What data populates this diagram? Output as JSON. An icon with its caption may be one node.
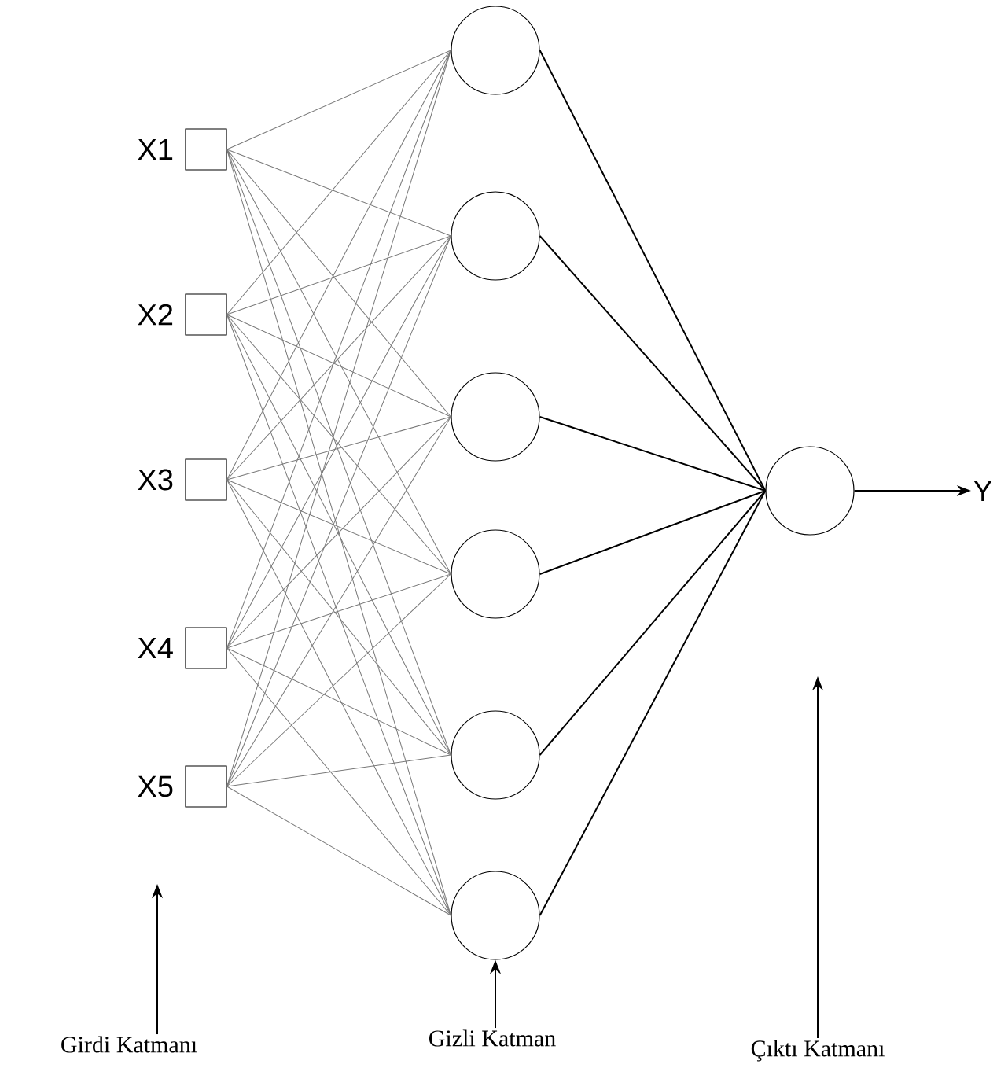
{
  "diagram": {
    "nodes": [
      {
        "text": [],
        "shape": "box",
        "beside": [
          "X1"
        ]
      },
      {
        "text": [],
        "shape": "box",
        "beside": [
          "X2"
        ]
      },
      {
        "text": [],
        "shape": "box",
        "beside": [
          "X3"
        ]
      },
      {
        "text": [],
        "shape": "box",
        "beside": [
          "X4"
        ]
      },
      {
        "text": [],
        "shape": "box",
        "beside": [
          "X5"
        ]
      },
      {
        "text": [],
        "shape": "circle"
      },
      {
        "text": [],
        "shape": "circle"
      },
      {
        "text": [],
        "shape": "circle"
      },
      {
        "text": [],
        "shape": "circle"
      },
      {
        "text": [],
        "shape": "circle"
      },
      {
        "text": [],
        "shape": "circle"
      },
      {
        "text": [],
        "shape": "circle"
      },
      {
        "text": [
          "Y"
        ]
      },
      {
        "text": [
          "Girdi Katmanı"
        ]
      },
      {
        "text": [
          "Gizli Katman"
        ]
      },
      {
        "text": [
          "Çıktı Katmanı"
        ]
      }
    ],
    "edges": [
      {
        "from": 0,
        "to": 5,
        "arrow": "none"
      },
      {
        "from": 0,
        "to": 6,
        "arrow": "none"
      },
      {
        "from": 0,
        "to": 7,
        "arrow": "none"
      },
      {
        "from": 0,
        "to": 8,
        "arrow": "none"
      },
      {
        "from": 0,
        "to": 9,
        "arrow": "none"
      },
      {
        "from": 0,
        "to": 10,
        "arrow": "none"
      },
      {
        "from": 1,
        "to": 5,
        "arrow": "none"
      },
      {
        "from": 1,
        "to": 6,
        "arrow": "none"
      },
      {
        "from": 1,
        "to": 7,
        "arrow": "none"
      },
      {
        "from": 1,
        "to": 8,
        "arrow": "none"
      },
      {
        "from": 1,
        "to": 9,
        "arrow": "none"
      },
      {
        "from": 1,
        "to": 10,
        "arrow": "none"
      },
      {
        "from": 2,
        "to": 5,
        "arrow": "none"
      },
      {
        "from": 2,
        "to": 6,
        "arrow": "none"
      },
      {
        "from": 2,
        "to": 7,
        "arrow": "none"
      },
      {
        "from": 2,
        "to": 8,
        "arrow": "none"
      },
      {
        "from": 2,
        "to": 9,
        "arrow": "none"
      },
      {
        "from": 2,
        "to": 10,
        "arrow": "none"
      },
      {
        "from": 3,
        "to": 5,
        "arrow": "none"
      },
      {
        "from": 3,
        "to": 6,
        "arrow": "none"
      },
      {
        "from": 3,
        "to": 7,
        "arrow": "none"
      },
      {
        "from": 3,
        "to": 8,
        "arrow": "none"
      },
      {
        "from": 3,
        "to": 9,
        "arrow": "none"
      },
      {
        "from": 3,
        "to": 10,
        "arrow": "none"
      },
      {
        "from": 4,
        "to": 5,
        "arrow": "none"
      },
      {
        "from": 4,
        "to": 6,
        "arrow": "none"
      },
      {
        "from": 4,
        "to": 7,
        "arrow": "none"
      },
      {
        "from": 4,
        "to": 8,
        "arrow": "none"
      },
      {
        "from": 4,
        "to": 9,
        "arrow": "none"
      },
      {
        "from": 4,
        "to": 10,
        "arrow": "none"
      },
      {
        "from": 5,
        "to": 11,
        "arrow": "none",
        "color": "#000000"
      },
      {
        "from": 6,
        "to": 11,
        "arrow": "none",
        "color": "#000000"
      },
      {
        "from": 7,
        "to": 11,
        "arrow": "none",
        "color": "#000000"
      },
      {
        "from": 8,
        "to": 11,
        "arrow": "none",
        "color": "#000000"
      },
      {
        "from": 9,
        "to": 11,
        "arrow": "none",
        "color": "#000000"
      },
      {
        "from": 10,
        "to": 11,
        "arrow": "none",
        "color": "#000000"
      },
      {
        "from": 11,
        "to": 12,
        "arrow": "to",
        "color": "#000000"
      },
      {
        "from": 13,
        "to": null,
        "arrow": "to",
        "color": "#000000"
      },
      {
        "from": 14,
        "to": 10,
        "arrow": "to",
        "color": "#000000"
      },
      {
        "from": 15,
        "to": null,
        "arrow": "to",
        "color": "#000000"
      }
    ]
  }
}
